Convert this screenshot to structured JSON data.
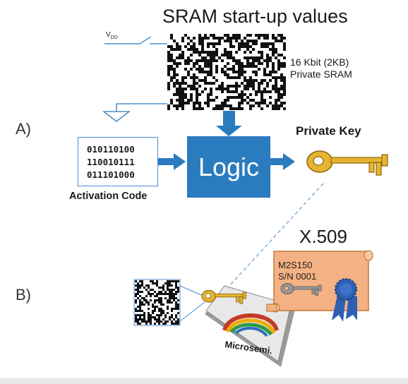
{
  "title": "SRAM start-up values",
  "vdd_label": "V",
  "vdd_sub": "DD",
  "sram": {
    "line1": "16 Kbit  (2KB)",
    "line2": "Private SRAM"
  },
  "section_a": "A)",
  "section_b": "B)",
  "activation_code": {
    "lines": [
      "010110100",
      "110010111",
      "011101000"
    ],
    "label": "Activation Code"
  },
  "logic_label": "Logic",
  "private_key_label": "Private Key",
  "certificate": {
    "title": "X.509",
    "line1": "M2S150",
    "line2": "S/N 0001"
  },
  "chip_brand": "Microsemi.",
  "colors": {
    "logic_blue": "#2b7bbf",
    "arrow_blue": "#2b7bbf",
    "key_gold": "#e6b530",
    "cert_orange": "#f4b183",
    "ribbon_blue": "#2f5fb3"
  },
  "icons": [
    "switch-icon",
    "ground-icon",
    "key-icon",
    "ribbon-seal-icon",
    "chip-icon"
  ]
}
